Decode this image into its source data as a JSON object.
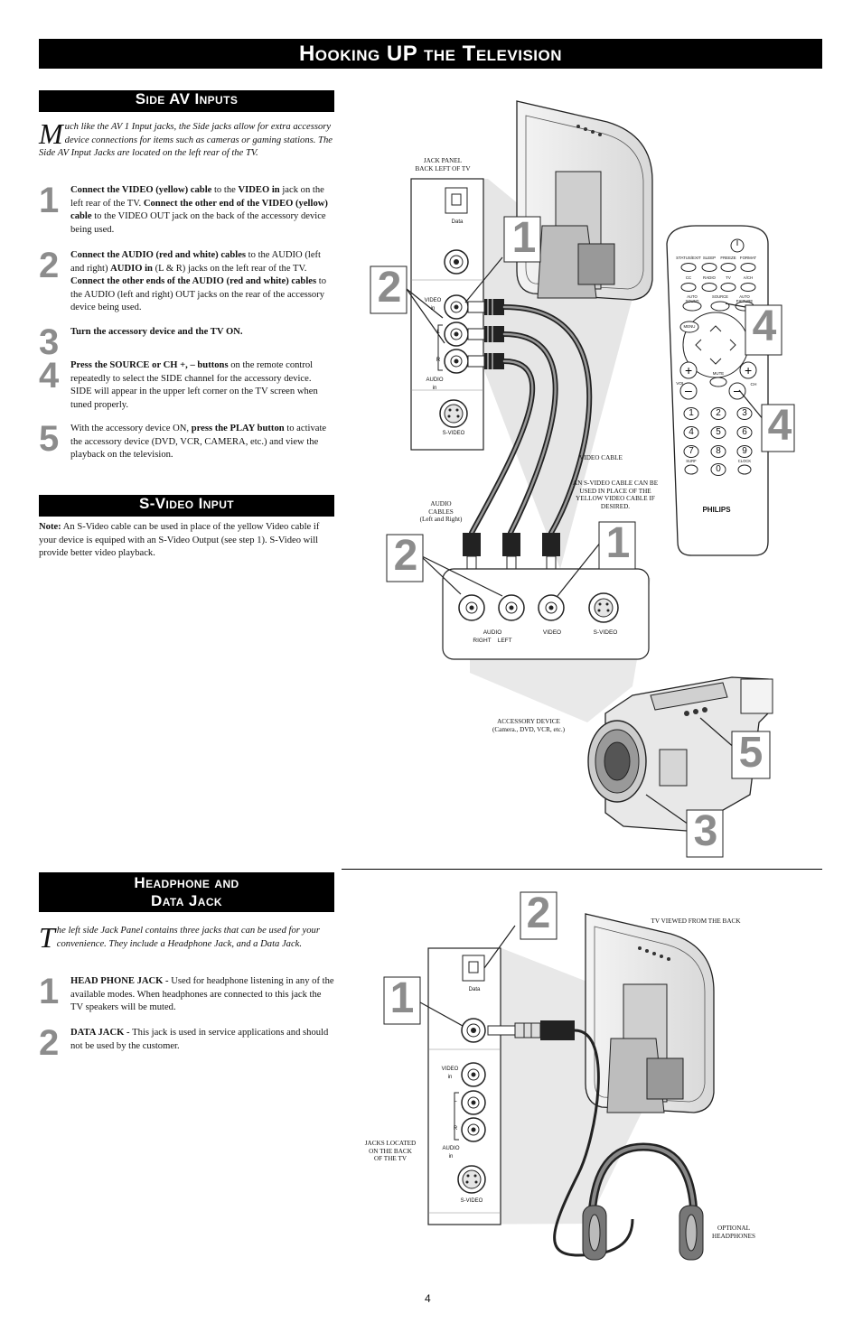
{
  "page_title": "Hooking UP the Television",
  "side_av": {
    "heading": "Side AV Inputs",
    "intro_cap": "M",
    "intro": "uch like the AV 1 Input jacks, the Side jacks allow for extra accessory device connections for items such as cameras or gaming stations. The Side AV Input Jacks are located on the left rear of the TV.",
    "steps": [
      {
        "num": "1",
        "parts": [
          {
            "b": true,
            "t": "Connect the VIDEO (yellow) cable"
          },
          {
            "b": false,
            "t": " to the "
          },
          {
            "b": true,
            "t": "VIDEO in"
          },
          {
            "b": false,
            "t": " jack on the left rear of the TV. "
          },
          {
            "b": true,
            "t": "Connect the other end of the VIDEO (yellow) cable"
          },
          {
            "b": false,
            "t": " to the VIDEO OUT jack on the back of the accessory device being used."
          }
        ]
      },
      {
        "num": "2",
        "parts": [
          {
            "b": true,
            "t": "Connect the AUDIO (red and white) cables"
          },
          {
            "b": false,
            "t": " to the AUDIO (left and right) "
          },
          {
            "b": true,
            "t": "AUDIO in"
          },
          {
            "b": false,
            "t": " (L & R) jacks on the left rear of the TV. "
          },
          {
            "b": true,
            "t": "Connect the other ends of the AUDIO (red and white) cables"
          },
          {
            "b": false,
            "t": " to the AUDIO (left and right) OUT jacks on the rear of the accessory device being used."
          }
        ]
      },
      {
        "num": "3",
        "parts": [
          {
            "b": true,
            "t": "Turn the accessory device and the TV ON."
          }
        ]
      },
      {
        "num": "4",
        "parts": [
          {
            "b": true,
            "t": "Press the SOURCE or CH +, – buttons"
          },
          {
            "b": false,
            "t": " on the remote control repeatedly to select the SIDE channel for the accessory device. SIDE will appear in the upper left corner on the TV screen when tuned properly."
          }
        ]
      },
      {
        "num": "5",
        "parts": [
          {
            "b": false,
            "t": "With the accessory device ON, "
          },
          {
            "b": true,
            "t": "press the PLAY button"
          },
          {
            "b": false,
            "t": " to activate the accessory device (DVD, VCR, CAMERA, etc.) and view the playback on the television."
          }
        ]
      }
    ]
  },
  "svideo": {
    "heading": "S-Video Input",
    "note_label": "Note:",
    "note": " An S-Video cable can be used in place of the yellow Video cable if your device is equiped with an S-Video Output (see step 1). S-Video will provide better video playback."
  },
  "headphone": {
    "heading_line1": "Headphone and",
    "heading_line2": "Data Jack",
    "intro_cap": "T",
    "intro": "he left side Jack Panel contains three jacks that can be used for your convenience. They include a Headphone Jack, and a Data Jack.",
    "steps": [
      {
        "num": "1",
        "parts": [
          {
            "b": true,
            "t": "HEAD PHONE JACK - "
          },
          {
            "b": false,
            "t": " Used for headphone listening in any of the available modes. When headphones are connected to this jack the TV speakers will be muted."
          }
        ]
      },
      {
        "num": "2",
        "parts": [
          {
            "b": true,
            "t": "DATA JACK - "
          },
          {
            "b": false,
            "t": "This jack is used in service applications and should not be used by the customer."
          }
        ]
      }
    ]
  },
  "diagram1": {
    "jack_panel_label": "JACK PANEL\nBACK LEFT OF TV",
    "data": "Data",
    "video_in": "VIDEO\nin",
    "l": "L",
    "r": "R",
    "audio_in": "AUDIO\nin",
    "svideo": "S-VIDEO",
    "video_cable": "VIDEO CABLE",
    "svideo_note": "AN S-VIDEO CABLE CAN BE\nUSED IN PLACE OF THE\nYELLOW VIDEO CABLE IF\nDESIRED.",
    "audio_cables": "AUDIO\nCABLES\n(Left and Right)",
    "device_audio": "AUDIO\nRIGHT    LEFT",
    "device_video": "VIDEO",
    "device_svideo": "S-VIDEO",
    "accessory": "ACCESSORY DEVICE\n(Camera., DVD, VCR, etc.)",
    "brand": "PHILIPS",
    "callouts": [
      "1",
      "2",
      "4",
      "4",
      "2",
      "1",
      "5",
      "3"
    ]
  },
  "remote": {
    "row1": [
      "STATUS/EXIT",
      "SLEEP",
      "FREEZE",
      "FORMAT"
    ],
    "row2": [
      "CC",
      "RADIO",
      "TV",
      "A/CH"
    ],
    "row3": [
      "AUTO\nSOUND",
      "SOURCE",
      "AUTO\nPICTURE"
    ],
    "menu": "MENU",
    "mute": "MUTE",
    "vol": "VOL",
    "ch": "CH",
    "digits": [
      "1",
      "2",
      "3",
      "4",
      "5",
      "6",
      "7",
      "8",
      "9",
      "0"
    ],
    "surf": "SURF",
    "clock": "CLOCK"
  },
  "diagram2": {
    "tv_back": "TV VIEWED FROM THE BACK",
    "jacks_located": "JACKS LOCATED\nON THE BACK\nOF THE TV",
    "optional_headphones": "OPTIONAL\nHEADPHONES",
    "callouts": [
      "2",
      "1"
    ]
  },
  "page_number": "4"
}
